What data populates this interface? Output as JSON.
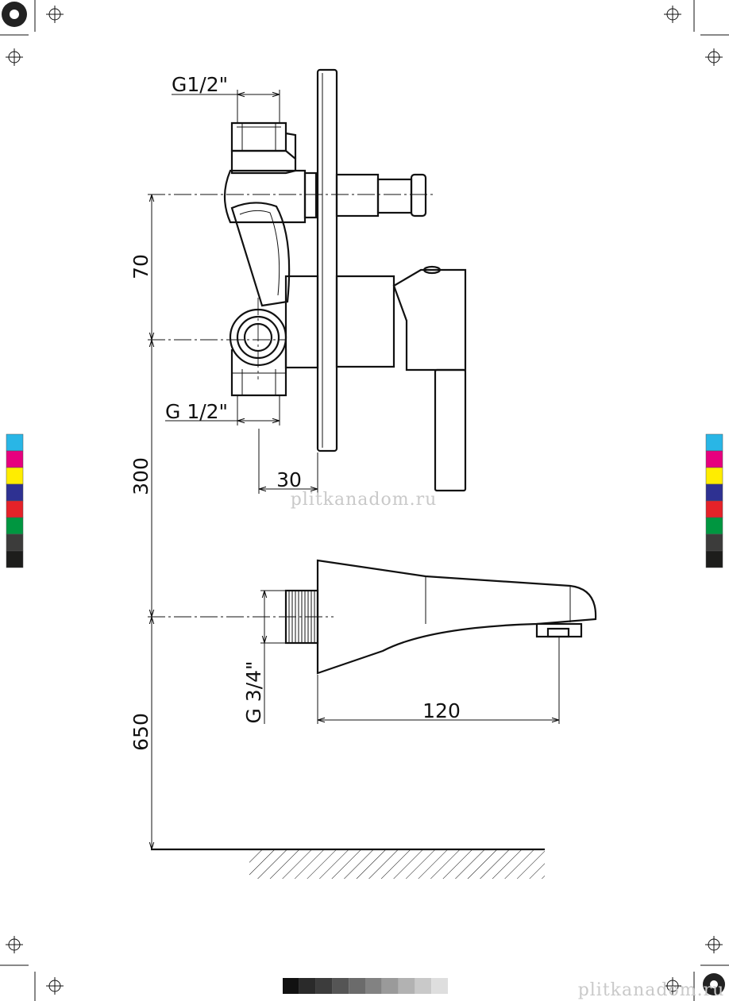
{
  "dimensions": {
    "top_inlet_thread": "G1/2\"",
    "bottom_inlet_thread": "G 1/2\"",
    "outlet_thread": "G 3/4\"",
    "inlet_spacing": "70",
    "mixer_to_spout": "300",
    "spout_to_floor": "650",
    "body_depth": "30",
    "spout_length": "120"
  },
  "watermarks": {
    "center": "plitkanadom.ru",
    "corner": "plitkanadom.ru"
  },
  "color_bars": {
    "swatches": [
      "#29b6e6",
      "#e6007e",
      "#ffed00",
      "#2e3192",
      "#e52229",
      "#009640",
      "#3c3c3b",
      "#1d1d1b"
    ],
    "grays": [
      "#111111",
      "#2a2a2a",
      "#3c3c3c",
      "#555555",
      "#6b6b6b",
      "#828282",
      "#9a9a9a",
      "#b2b2b2",
      "#c9c9c9",
      "#dedede"
    ]
  }
}
